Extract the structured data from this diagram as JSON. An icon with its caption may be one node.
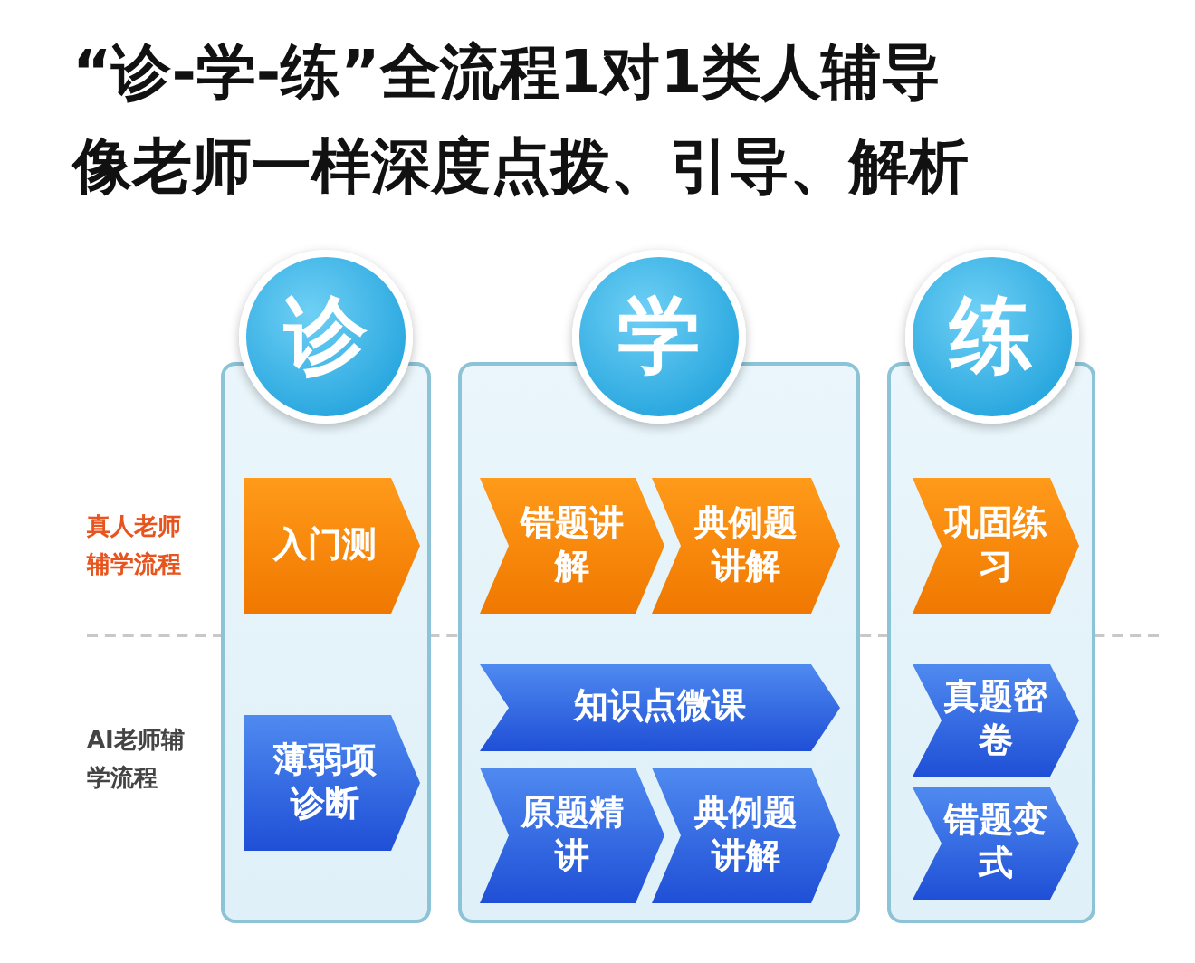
{
  "diagram": {
    "title": "“诊-学-练”全流程1对1类人辅导",
    "nodes": [
      {
        "text": [
          "诊"
        ]
      },
      {
        "text": [
          "学"
        ]
      },
      {
        "text": [
          "练"
        ]
      },
      {
        "text": [
          "入门测"
        ],
        "in": 0
      },
      {
        "text": [
          "错题讲解"
        ],
        "in": 1
      },
      {
        "text": [
          "典例题讲解"
        ],
        "in": 1
      },
      {
        "text": [
          "巩固练习"
        ],
        "in": 2
      },
      {
        "text": [
          "薄弱项诊断"
        ],
        "in": 0
      },
      {
        "text": [
          "知识点微课"
        ],
        "in": 1
      },
      {
        "text": [
          "原题精讲"
        ],
        "in": 1
      },
      {
        "text": [
          "典例题讲解"
        ],
        "in": 1
      },
      {
        "text": [
          "真题密卷"
        ],
        "in": 2
      },
      {
        "text": [
          "错题变式"
        ],
        "in": 2
      }
    ],
    "labels": [
      "像老师一样深度点拨、引导、解析",
      "真人老师辅学流程",
      "AI老师辅学流程"
    ]
  }
}
